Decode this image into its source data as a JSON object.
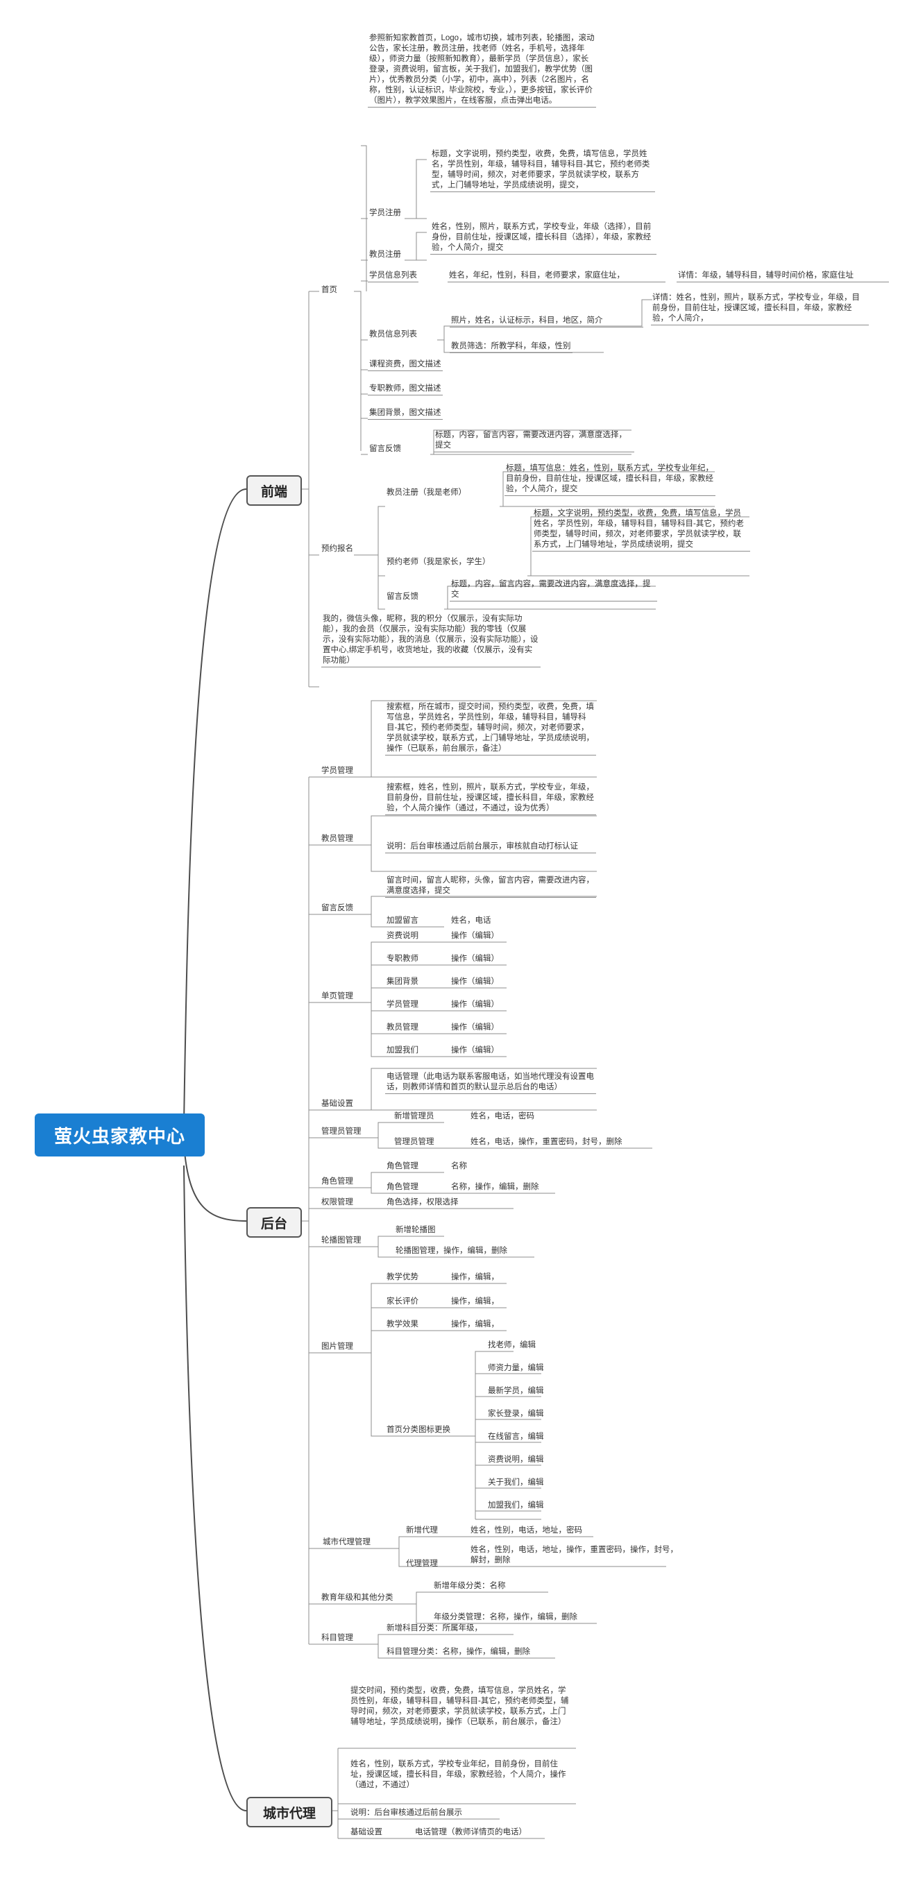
{
  "root": "萤火虫家教中心",
  "branches": {
    "qianduan": "前端",
    "houtai": "后台",
    "chengshi": "城市代理"
  },
  "fe": {
    "shouye": "首页",
    "shouye_desc": "参照新知家教首页，Logo，城市切换，城市列表，轮播图，滚动公告，家长注册，教员注册，找老师（姓名，手机号，选择年级），师资力量（按照新知教育），最新学员（学员信息），家长登录，资费说明，留言板，关于我们，加盟我们，教学优势（图片），优秀教员分类（小学，初中，高中），列表（2名图片，名称，性别，认证标识，毕业院校，专业，），更多按钮，家长评价（图片），教学效果图片，在线客服，点击弹出电话。",
    "xueyuan_zhuce": "学员注册",
    "xueyuan_zhuce_a": "标题，文字说明，预约类型，收费，免费，填写信息，学员姓名，学员性别，年级，辅导科目，辅导科目-其它，预约老师类型，辅导时间，频次，对老师要求，学员就读学校，联系方式，上门辅导地址，学员成绩说明，提交，",
    "jiaoyuan_zhuce": "教员注册",
    "jiaoyuan_zhuce_a": "姓名，性别，照片，联系方式，学校专业，年级（选择），目前身份，目前住址，授课区域，擅长科目（选择），年级，家教经验，个人简介，提交",
    "xueyuan_list": "学员信息列表",
    "xueyuan_list_a": "姓名，年纪，性别，科目，老师要求，家庭住址，",
    "xueyuan_list_b": "详情：年级，辅导科目，辅导时间价格，家庭住址",
    "jiaoyuan_list": "教员信息列表",
    "jiaoyuan_list_a": "照片，姓名，认证标示，科目，地区，简介",
    "jiaoyuan_list_b": "详情：姓名，性别，照片，联系方式，学校专业，年级，目前身份，目前住址，授课区域，擅长科目，年级，家教经验，个人简介，",
    "jiaoyuan_list_c": "教员筛选：所教学科，年级，性别",
    "zifei": "课程资费，图文描述",
    "zhuanzhi": "专职教师，图文描述",
    "jituan": "集团背景，图文描述",
    "liuyan": "留言反馈",
    "liuyan_a": "标题，内容，留言内容，需要改进内容，满意度选择，提交",
    "yuyue": "预约报名",
    "yy_jiaoyuan": "教员注册（我是老师）",
    "yy_jiaoyuan_a": "标题，填写信息：姓名，性别，联系方式，学校专业年纪，目前身份，目前住址，授课区域，擅长科目，年级，家教经验，个人简介，提交",
    "yy_laoshi": "预约老师（我是家长，学生）",
    "yy_laoshi_a": "标题，文字说明，预约类型，收费，免费，填写信息，学员姓名，学员性别，年级，辅导科目，辅导科目-其它，预约老师类型，辅导时间，频次，对老师要求，学员就读学校，联系方式，上门辅导地址，学员成绩说明，提交",
    "yy_liuyan": "留言反馈",
    "yy_liuyan_a": "标题，内容，留言内容，需要改进内容，满意度选择，提交",
    "wode": "我的，微信头像，昵称，我的积分（仅展示，没有实际功能），我的会员（仅展示，没有实际功能）我的零钱（仅展示，没有实际功能），我的消息（仅展示，没有实际功能），设置中心,绑定手机号，收货地址，我的收藏（仅展示，没有实际功能）"
  },
  "be": {
    "xueyuan": "学员管理",
    "xueyuan_a": "搜索框，所在城市，提交时间，预约类型，收费，免费，填写信息，学员姓名，学员性别，年级，辅导科目，辅导科目-其它，预约老师类型，辅导时间，频次，对老师要求，学员就读学校，联系方式，上门辅导地址，学员成绩说明，操作（已联系，前台展示，备注）",
    "jiaoyuan": "教员管理",
    "jiaoyuan_a": "搜索框，姓名，性别，照片，联系方式，学校专业，年级，目前身份，目前住址，授课区域，擅长科目，年级，家教经验，个人简介操作（通过，不通过，设为优秀）",
    "jiaoyuan_b": "说明：后台审核通过后前台展示，审核就自动打标认证",
    "liuyan": "留言反馈",
    "liuyan_a": "留言时间，留言人昵称，头像，留言内容，需要改进内容，满意度选择，提交",
    "jiameng": "加盟留言",
    "jiameng_a": "姓名，电话",
    "danye": "单页管理",
    "danye_items": [
      "资费说明",
      "专职教师",
      "集团背景",
      "学员管理",
      "教员管理",
      "加盟我们"
    ],
    "danye_op": "操作（编辑）",
    "jichu": "基础设置",
    "jichu_a": "电话管理（此电话为联系客服电话，如当地代理没有设置电话，则教师详情和首页的默认显示总后台的电话）",
    "guanliyuan": "管理员管理",
    "gly_new": "新增管理员",
    "gly_new_a": "姓名，电话，密码",
    "gly_mgr": "管理员管理",
    "gly_mgr_a": "姓名，电话，操作，重置密码，封号，删除",
    "juese": "角色管理",
    "js_a": "角色管理",
    "js_a_v": "名称",
    "js_b": "角色管理",
    "js_b_v": "名称，操作，编辑，删除",
    "quanxian": "权限管理",
    "quanxian_a": "角色选择，权限选择",
    "lunbo": "轮播图管理",
    "lunbo_a": "新增轮播图",
    "lunbo_b": "轮播图管理，操作，编辑，删除",
    "tupian": "图片管理",
    "tp_items": [
      "教学优势",
      "家长评价",
      "教学效果"
    ],
    "tp_ops": [
      "操作，编辑，",
      "操作，编辑，",
      "操作，编辑，"
    ],
    "tp_shouye": "首页分类图标更换",
    "tp_shouye_items": [
      "找老师，编辑",
      "师资力量，编辑",
      "最新学员，编辑",
      "家长登录，编辑",
      "在线留言，编辑",
      "资费说明，编辑",
      "关于我们，编辑",
      "加盟我们，编辑"
    ],
    "chengshi": "城市代理管理",
    "cs_new": "新增代理",
    "cs_new_a": "姓名，性别，电话，地址，密码",
    "cs_mgr": "代理管理",
    "cs_mgr_a": "姓名，性别，电话，地址，操作，重置密码，操作，封号，解封，删除",
    "nianji": "教育年级和其他分类",
    "nj_a": "新增年级分类：名称",
    "nj_b": "年级分类管理：名称，操作，编辑，删除",
    "kemu": "科目管理",
    "km_a": "新增科目分类：所属年级，",
    "km_b": "科目管理分类：名称，操作，编辑，删除"
  },
  "city": {
    "a": "提交时间，预约类型，收费，免费，填写信息，学员姓名，学员性别，年级，辅导科目，辅导科目-其它，预约老师类型，辅导时间，频次，对老师要求，学员就读学校，联系方式，上门辅导地址，学员成绩说明，操作（已联系，前台展示，备注）",
    "b": "姓名，性别，联系方式，学校专业年纪，目前身份，目前住址，授课区域，擅长科目，年级，家教经验，个人简介，操作（通过，不通过）",
    "c": "说明：后台审核通过后前台展示",
    "d": "基础设置",
    "d_v": "电话管理（教师详情页的电话）"
  },
  "colors": {
    "root": "#1a7fd2",
    "line": "#8c8c8c",
    "curve": "#555555"
  }
}
